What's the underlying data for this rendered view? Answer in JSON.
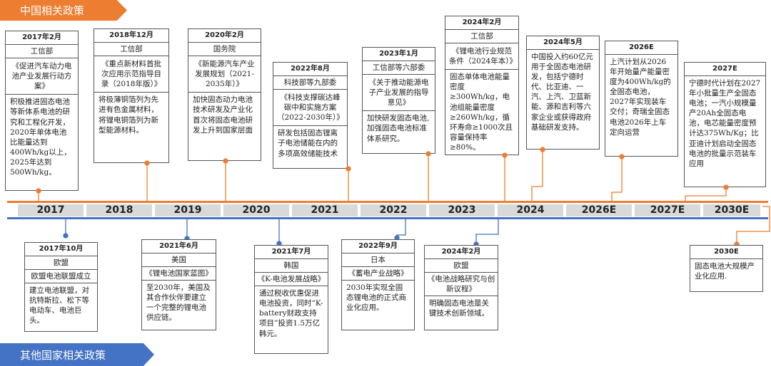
{
  "banners": {
    "china": "中国相关政策",
    "intl": "其他国家相关政策"
  },
  "years": [
    "2017",
    "2018",
    "2019",
    "2020",
    "2021",
    "2022",
    "2023",
    "2024",
    "2026E",
    "2027E",
    "2030E"
  ],
  "colors": {
    "china": "#ed7d31",
    "intl": "#4472c4"
  },
  "china": [
    {
      "date": "2017年2月",
      "org": "工信部",
      "title": "《促进汽车动力电池产业发展行动方案》",
      "text": "积极推进固态电池等新体系电池的研究和工程化开发，2020年单体电池比能量达到400Wh/kg以上，2025年达到500Wh/kg。"
    },
    {
      "date": "2018年12月",
      "org": "工信部",
      "title": "《重点新材料首批次应用示范指导目录（2018年版）》",
      "text": "将极薄铜箔列为先进有色金属材料，将锂电铜箔列为新型能源材料。"
    },
    {
      "date": "2020年2月",
      "org": "国务院",
      "title": "《新能源汽车产业发展规划（2021-2035年）》",
      "text": "加快固态动力电池技术研发及产业化首次将固态电池研发上升到国家层面"
    },
    {
      "date": "2022年8月",
      "org": "科技部等九部委",
      "title": "《科技支撑碳达峰碳中和实施方案（2022-2030年）》",
      "text": "研发包括固态锂离子电池储能在内的多项高效储能技术"
    },
    {
      "date": "2023年1月",
      "org": "工信部等六部委",
      "title": "《关于推动能源电子产业发展的指导意见》",
      "text": "加快研发固态电池,加强固态电池标准体系研究。"
    },
    {
      "date": "2024年2月",
      "org": "工信部",
      "title": "《锂电池行业规范条件（2024年本）》",
      "text": "固态单体电池能量密度≥300Wh/kg，电池组能量密度≥260Wh/kg，循环寿命≥1000次且容量保持率≥80%。"
    },
    {
      "date": "2024年5月",
      "org": "",
      "title": "",
      "text": "中国投入约60亿元用于全固态电池研发，包括宁德时代、比亚迪、一汽、上汽、卫蓝新能、源和吉利等六家企业或获得政府基础研发支持。"
    },
    {
      "date": "2026E",
      "org": "",
      "title": "",
      "text": "上汽计划从2026年开始量产能量密度为400Wh/kg的全固态电池，2027年实现装车交付；奇瑞全固态电池2026年上车定向运营"
    },
    {
      "date": "2027E",
      "org": "",
      "title": "",
      "text": "宁德时代计划在2027年小批量生产全固态电池；一汽小规模量产20Ah全固态电池，电芯能量密度预计达375Wh/Kg；比亚迪计划启动全固态电池的批量示范装车应用"
    }
  ],
  "intl": [
    {
      "date": "2017年10月",
      "org": "欧盟",
      "title": "欧盟电池联盟成立",
      "text": "建立电池联盟，对抗特斯拉、松下等电动车、电池巨头。"
    },
    {
      "date": "2021年6月",
      "org": "美国",
      "title": "《锂电池国家蓝图》",
      "text": "至2030年，美国及其合作伙伴要建立一个完整的锂电池供应链。"
    },
    {
      "date": "2021年7月",
      "org": "韩国",
      "title": "《K-电池发展战略》",
      "text": "通过税收优惠促进电池投资，同时“K-battery财政支持项目”投资1.5万亿韩元。"
    },
    {
      "date": "2022年9月",
      "org": "日本",
      "title": "《蓄电产业战略》",
      "text": "2030年实现全固态锂电池的正式商业化应用。"
    },
    {
      "date": "2024年2月",
      "org": "欧盟",
      "title": "《电池战略研究与创新议程》",
      "text": "明确固态电池是关键技术创新领域。"
    },
    {
      "date": "2030E",
      "org": "",
      "title": "",
      "text": "固态电池大规模产业化应用."
    }
  ]
}
